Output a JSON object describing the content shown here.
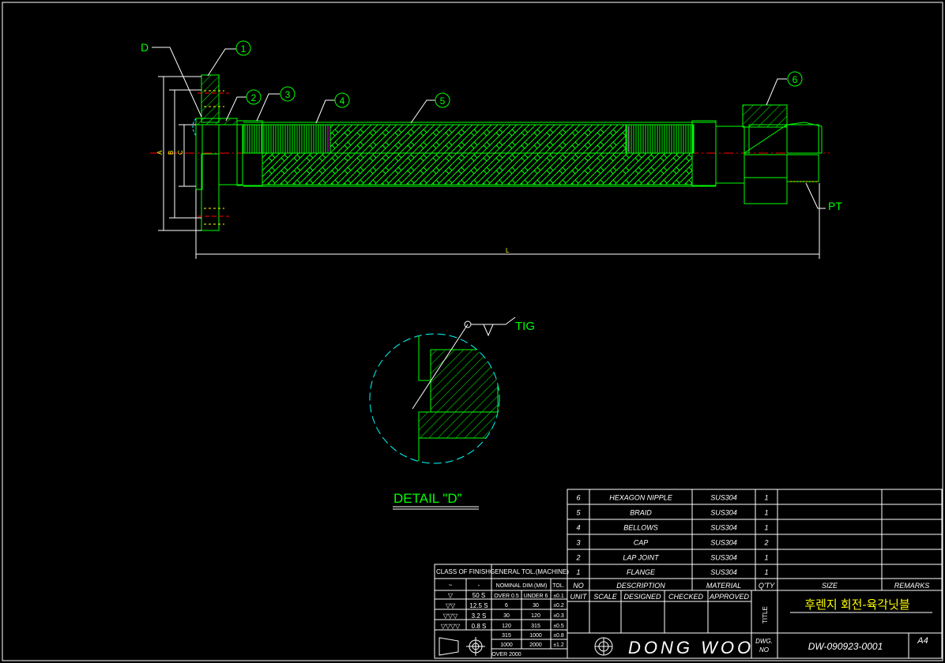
{
  "drawing": {
    "balloons": [
      "1",
      "2",
      "3",
      "4",
      "5",
      "6"
    ],
    "labels": {
      "detail_ref": "D",
      "pipe_thread": "PT",
      "weld": "TIG",
      "dim_a": "A",
      "dim_b": "B",
      "dim_c": "C",
      "dim_l": "L"
    },
    "detail_title": "DETAIL \"D\""
  },
  "bom": {
    "rows": [
      {
        "no": "6",
        "desc": "HEXAGON NIPPLE",
        "material": "SUS304",
        "qty": "1"
      },
      {
        "no": "5",
        "desc": "BRAID",
        "material": "SUS304",
        "qty": "1"
      },
      {
        "no": "4",
        "desc": "BELLOWS",
        "material": "SUS304",
        "qty": "1"
      },
      {
        "no": "3",
        "desc": "CAP",
        "material": "SUS304",
        "qty": "2"
      },
      {
        "no": "2",
        "desc": "LAP JOINT",
        "material": "SUS304",
        "qty": "1"
      },
      {
        "no": "1",
        "desc": "FLANGE",
        "material": "SUS304",
        "qty": "1"
      }
    ],
    "header": {
      "no": "NO",
      "desc": "DESCRIPTION",
      "material": "MATERIAL",
      "qty": "Q'TY",
      "size": "SIZE",
      "remarks": "REMARKS"
    }
  },
  "title_block": {
    "unit": "UNIT",
    "scale": "SCALE",
    "designed": "DESIGNED",
    "checked": "CHECKED",
    "approved": "APPROVED",
    "title_label": "TITLE",
    "title": "후렌지 회전-육각닛블",
    "company": "DONG WOO",
    "dwg_no_label": "DWG. NO",
    "dwg_no": "DW-090923-0001",
    "sheet": "A4"
  },
  "finish_table": {
    "header_finish": "CLASS OF FINISH",
    "header_tol": "GENERAL TOL.(MACHINE)",
    "sub_nominal": "NOMINAL DIM.(MM)",
    "sub_tol": "TOL.",
    "finish_rows": [
      {
        "sym": "~",
        "val": "-"
      },
      {
        "sym": "▽",
        "val": "50 S"
      },
      {
        "sym": "▽▽",
        "val": "12.5 S"
      },
      {
        "sym": "▽▽▽",
        "val": "3.2 S"
      },
      {
        "sym": "▽▽▽▽",
        "val": "0.8 S"
      }
    ],
    "tol_rows": [
      {
        "over": "OVER 0.5",
        "under": "UNDER 6",
        "tol": "±0.1"
      },
      {
        "over": "6",
        "under": "30",
        "tol": "±0.2"
      },
      {
        "over": "30",
        "under": "120",
        "tol": "±0.3"
      },
      {
        "over": "120",
        "under": "315",
        "tol": "±0.5"
      },
      {
        "over": "315",
        "under": "1000",
        "tol": "±0.8"
      },
      {
        "over": "1000",
        "under": "2000",
        "tol": "±1.2"
      },
      {
        "over": "OVER 2000",
        "under": "",
        "tol": ""
      }
    ]
  },
  "colors": {
    "line": "#00ff00",
    "border": "#ffffff",
    "center": "#ff0000",
    "hidden": "#ffff00",
    "balloon": "#00ff00",
    "dim": "#ffffff",
    "detail": "#00ffff",
    "title_text": "#ffff00",
    "bellows": "#ff00ff"
  }
}
